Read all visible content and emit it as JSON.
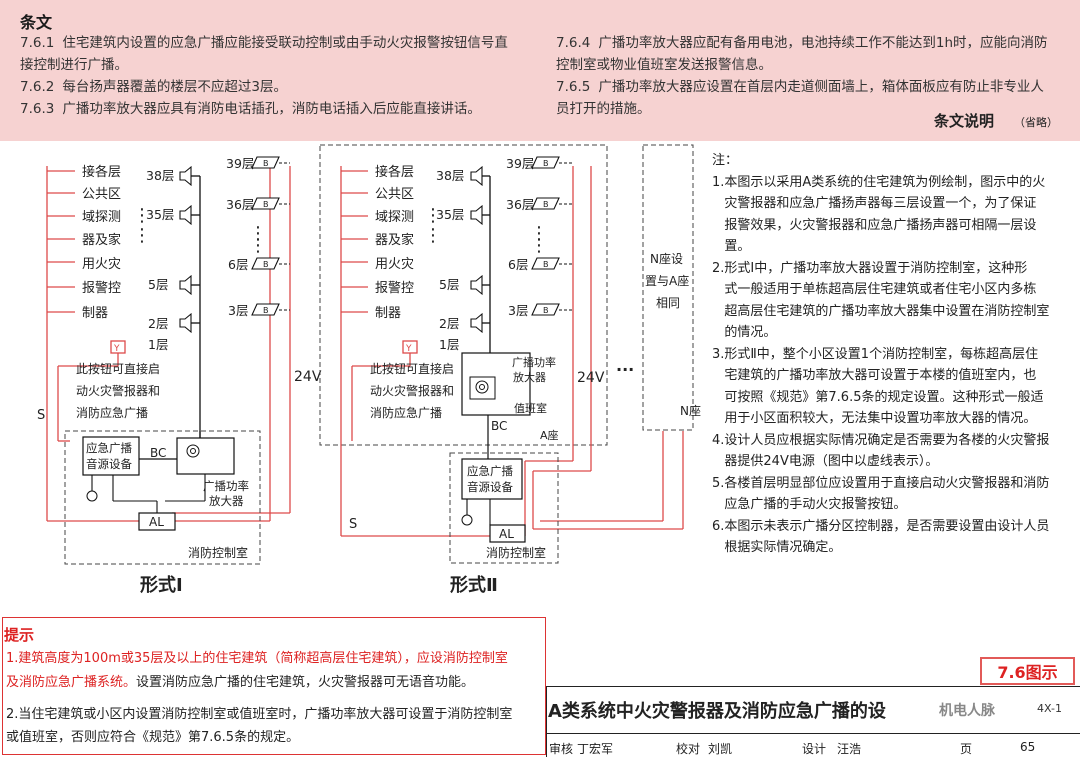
{
  "header": {
    "title": "条文",
    "left_items": [
      {
        "num": "7.6.1",
        "text": "住宅建筑内设置的应急广播应能接受联动控制或由手动火灾报警按钮信号直"
      },
      {
        "num": "",
        "text": "接控制进行广播。"
      },
      {
        "num": "7.6.2",
        "text": "每台扬声器覆盖的楼层不应超过3层。"
      },
      {
        "num": "7.6.3",
        "text": "广播功率放大器应具有消防电话插孔，消防电话插入后应能直接讲话。"
      }
    ],
    "right_items": [
      {
        "num": "7.6.4",
        "text": "广播功率放大器应配有备用电池，电池持续工作不能达到1h时，应能向消防"
      },
      {
        "num": "",
        "text": "控制室或物业值班室发送报警信息。"
      },
      {
        "num": "7.6.5",
        "text": "广播功率放大器应设置在首层内走道侧面墙上，箱体面板应有防止非专业人"
      },
      {
        "num": "",
        "text": "员打开的措施。"
      }
    ],
    "explain_title": "条文说明",
    "explain_note": "（省略）"
  },
  "diagram": {
    "form1": {
      "left_labels": [
        "接各层",
        "公共区",
        "域探测",
        "器及家",
        "用火灾",
        "报警控",
        "制器"
      ],
      "floors_left": [
        "38层",
        "35层",
        "5层",
        "2层",
        "1层"
      ],
      "floors_right": [
        "39层",
        "36层",
        "6层",
        "3层"
      ],
      "button_text": [
        "此按钮可直接启",
        "动火灾警报器和",
        "消防应急广播"
      ],
      "s": "S",
      "v24": "24V",
      "bc": "BC",
      "source": [
        "应急广播",
        "音源设备"
      ],
      "amp": [
        "广播功率",
        "放大器"
      ],
      "al": "AL",
      "room": "消防控制室",
      "caption": "形式Ⅰ"
    },
    "form2": {
      "left_labels": [
        "接各层",
        "公共区",
        "域探测",
        "器及家",
        "用火灾",
        "报警控",
        "制器"
      ],
      "floors_left": [
        "38层",
        "35层",
        "5层",
        "2层",
        "1层"
      ],
      "floors_right": [
        "39层",
        "36层",
        "6层",
        "3层"
      ],
      "button_text": [
        "此按钮可直接启",
        "动火灾警报器和",
        "消防应急广播"
      ],
      "s": "S",
      "v24": "24V",
      "bc": "BC",
      "amp": [
        "广播功率",
        "放大器"
      ],
      "duty": "值班室",
      "block_a": "A座",
      "source": [
        "应急广播",
        "音源设备"
      ],
      "al": "AL",
      "room": "消防控制室",
      "caption": "形式Ⅱ",
      "n_block": [
        "N座设",
        "置与A座",
        "相同"
      ],
      "n_label": "N座",
      "dots": "···"
    },
    "bell_label": "B"
  },
  "notes": {
    "title": "注：",
    "items": [
      "1.本图示以采用A类系统的住宅建筑为例绘制，图示中的火",
      "   灾警报器和应急广播扬声器每三层设置一个，为了保证",
      "   报警效果，火灾警报器和应急广播扬声器可相隔一层设",
      "   置。",
      "2.形式Ⅰ中，广播功率放大器设置于消防控制室，这种形",
      "   式一般适用于单栋超高层住宅建筑或者住宅小区内多栋",
      "   超高层住宅建筑的广播功率放大器集中设置在消防控制室",
      "   的情况。",
      "3.形式Ⅱ中，整个小区设置1个消防控制室，每栋超高层住",
      "   宅建筑的广播功率放大器可设置于本楼的值班室内，也",
      "   可按照《规范》第7.6.5条的规定设置。这种形式一般适",
      "   用于小区面积较大，无法集中设置功率放大器的情况。",
      "4.设计人员应根据实际情况确定是否需要为各楼的火灾警报",
      "   器提供24V电源（图中以虚线表示）。",
      "5.各楼首层明显部位应设置用于直接启动火灾警报器和消防",
      "   应急广播的手动火灾报警按钮。",
      "6.本图示未表示广播分区控制器，是否需要设置由设计人员",
      "   根据实际情况确定。"
    ]
  },
  "tip": {
    "title": "提示",
    "line1_red_a": "1.建筑高度为100m或35层及以上的住宅建筑（简称超高层住宅建筑），应设消防控制室",
    "line2_red": "   及消防应急广播系统。",
    "line2_black": "设置消防应急广播的住宅建筑，火灾警报器可无语音功能。",
    "line3": "2.当住宅建筑或小区内设置消防控制室或值班室时，广播功率放大器可设置于消防控制室",
    "line4": "   或值班室，否则应符合《规范》第7.6.5条的规定。"
  },
  "tag": "7.6图示",
  "titleblock": {
    "title": "A类系统中火灾警报器及消防应急广播的设",
    "watermark": "机电人脉",
    "code": "4X-1",
    "row": [
      "审核",
      "丁宏军",
      "校对",
      "刘凯",
      "设计",
      "汪浩",
      "页",
      "65"
    ]
  },
  "colors": {
    "header_bg": "#f6d2d1",
    "wire_red": "#dd4a4a",
    "accent_red": "#d22222"
  }
}
